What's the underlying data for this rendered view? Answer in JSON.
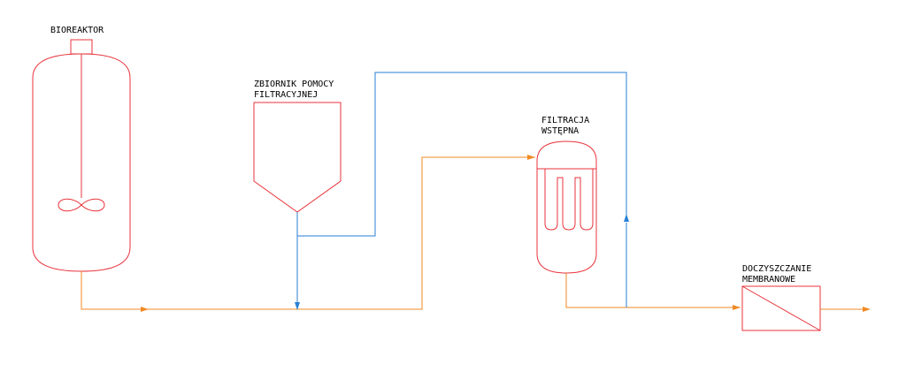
{
  "labels": {
    "bioreactor": "BIOREAKTOR",
    "aid_tank_line1": "ZBIORNIK POMOCY",
    "aid_tank_line2": "FILTRACYJNEJ",
    "prefilter_line1": "FILTRACJA",
    "prefilter_line2": "WSTĘPNA",
    "membrane_line1": "DOCZYSZCZANIE",
    "membrane_line2": "MEMBRANOWE"
  },
  "colors": {
    "equipment": "#e8333b",
    "process_stream": "#f08a24",
    "aid_stream": "#2a7fd4",
    "text": "#000000"
  },
  "icons": {
    "agitator": "agitator-icon",
    "flow_arrow": "arrowhead-icon"
  }
}
